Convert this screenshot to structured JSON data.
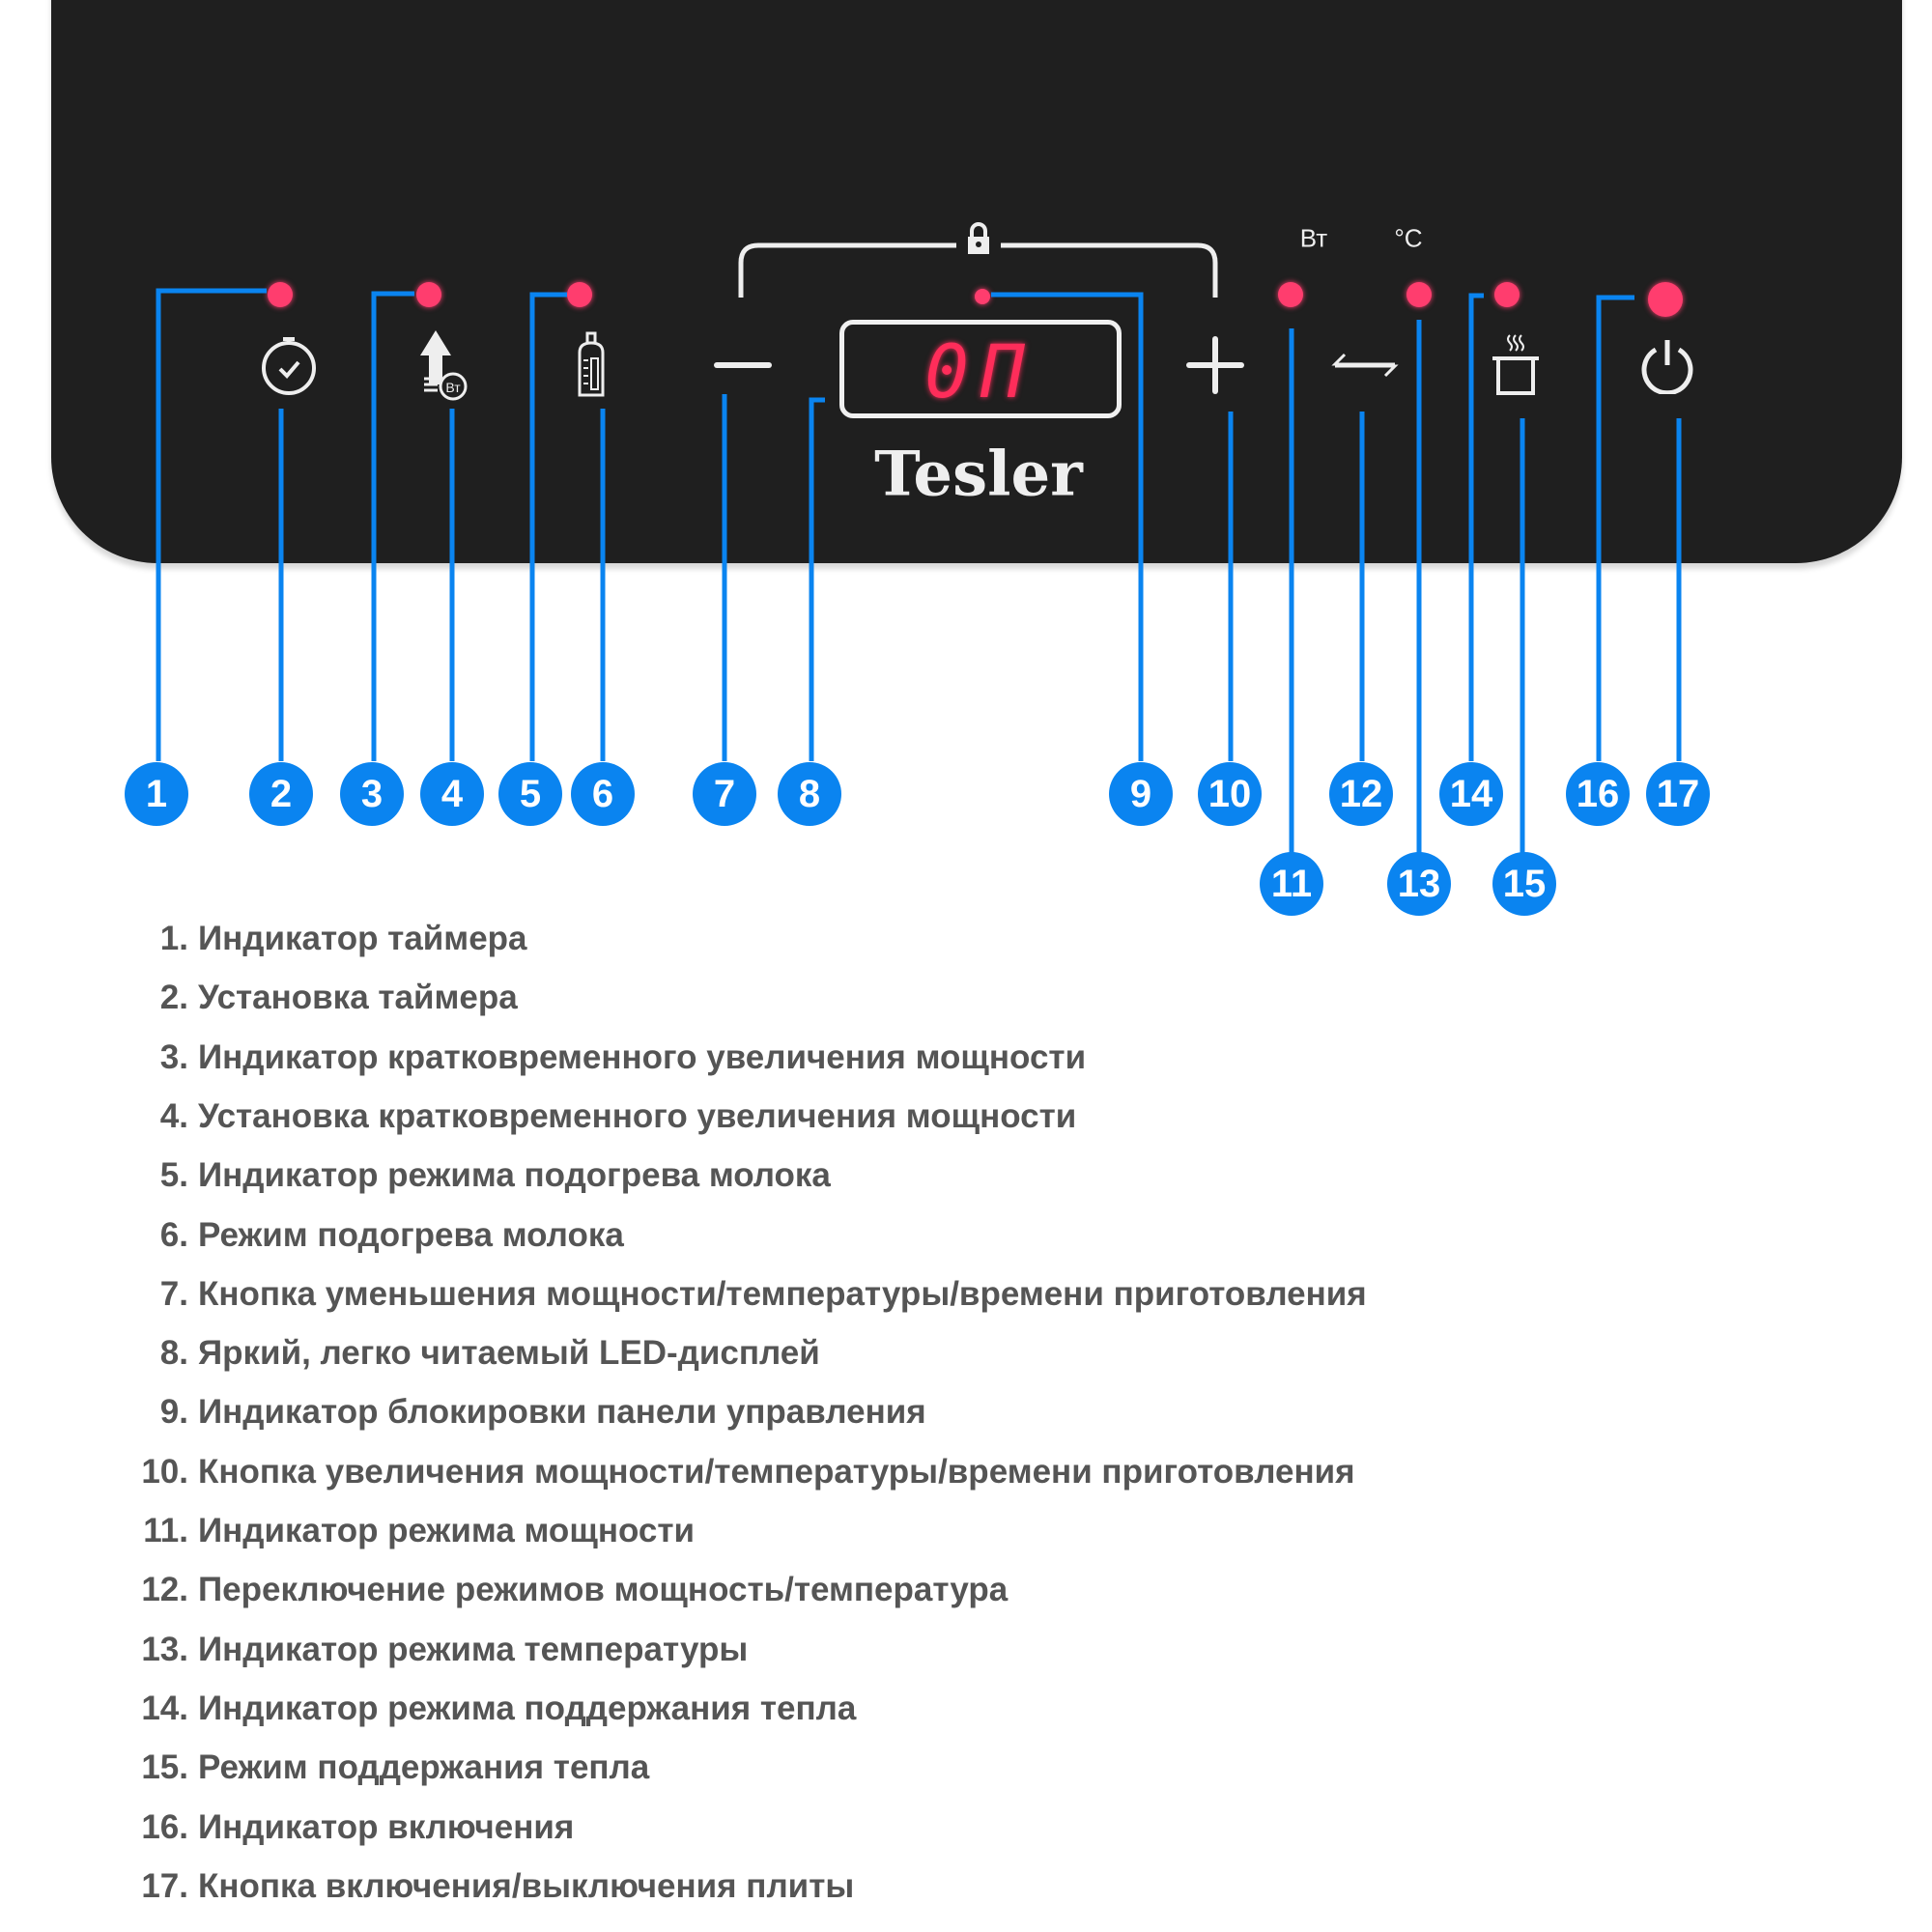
{
  "panel": {
    "display_value": "0П",
    "brand": "Tesler",
    "unit_power": "Вт",
    "unit_temp": "°C",
    "icons": [
      "timer-icon",
      "power-boost-icon",
      "bottle-icon",
      "minus-icon",
      "plus-icon",
      "switch-arrows-icon",
      "pot-icon",
      "power-icon",
      "lock-icon"
    ]
  },
  "colors": {
    "callout": "#0a84f0",
    "indicator": "#ff3d6e",
    "panel": "#1f1f1f",
    "text": "#555555"
  },
  "callouts": [
    "1",
    "2",
    "3",
    "4",
    "5",
    "6",
    "7",
    "8",
    "9",
    "10",
    "11",
    "12",
    "13",
    "14",
    "15",
    "16",
    "17"
  ],
  "legend": [
    {
      "num": "1.",
      "text": "Индикатор таймера"
    },
    {
      "num": "2.",
      "text": "Установка таймера"
    },
    {
      "num": "3.",
      "text": "Индикатор кратковременного увеличения мощности"
    },
    {
      "num": "4.",
      "text": "Установка кратковременного увеличения мощности"
    },
    {
      "num": "5.",
      "text": "Индикатор режима подогрева молока"
    },
    {
      "num": "6.",
      "text": "Режим подогрева молока"
    },
    {
      "num": "7.",
      "text": "Кнопка уменьшения мощности/температуры/времени приготовления"
    },
    {
      "num": "8.",
      "text": "Яркий, легко читаемый LED-дисплей"
    },
    {
      "num": "9.",
      "text": "Индикатор блокировки панели управления"
    },
    {
      "num": "10.",
      "text": "Кнопка увеличения мощности/температуры/времени приготовления"
    },
    {
      "num": "11.",
      "text": "Индикатор режима мощности"
    },
    {
      "num": "12.",
      "text": "Переключение режимов мощность/температура"
    },
    {
      "num": "13.",
      "text": "Индикатор режима температуры"
    },
    {
      "num": "14.",
      "text": "Индикатор режима поддержания тепла"
    },
    {
      "num": "15.",
      "text": "Режим поддержания тепла"
    },
    {
      "num": "16.",
      "text": "Индикатор включения"
    },
    {
      "num": "17.",
      "text": "Кнопка включения/выключения плиты"
    }
  ]
}
